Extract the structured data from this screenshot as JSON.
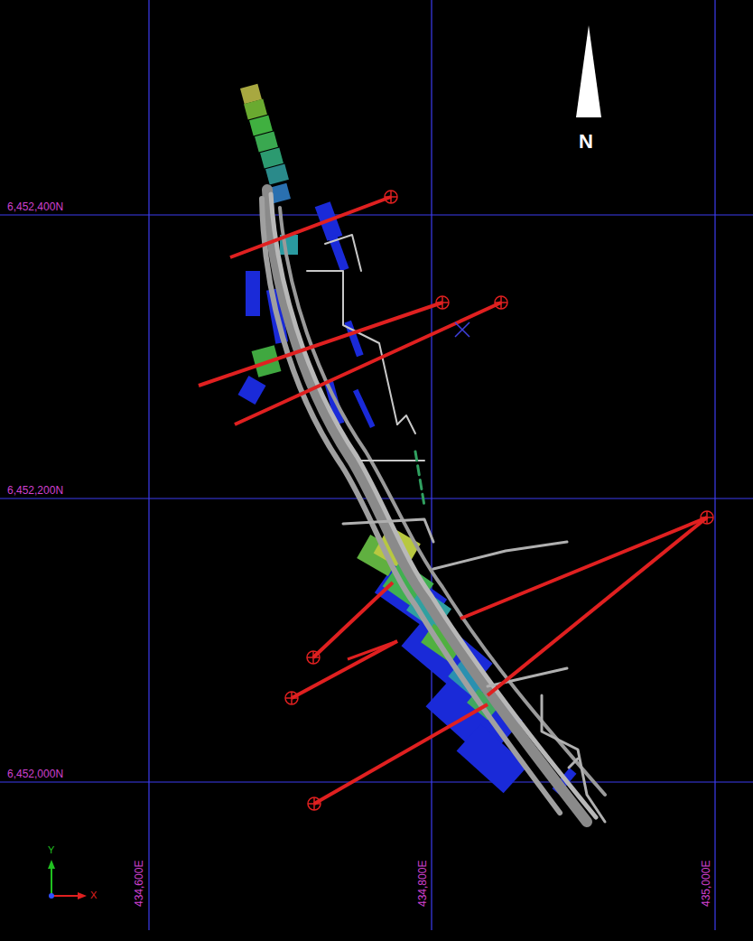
{
  "diagram": {
    "labels": [
      "N",
      "6,452,400N",
      "6,452,200N",
      "6,452,000N",
      "434,600E",
      "434,800E",
      "435,000E",
      "Y",
      "X"
    ]
  }
}
